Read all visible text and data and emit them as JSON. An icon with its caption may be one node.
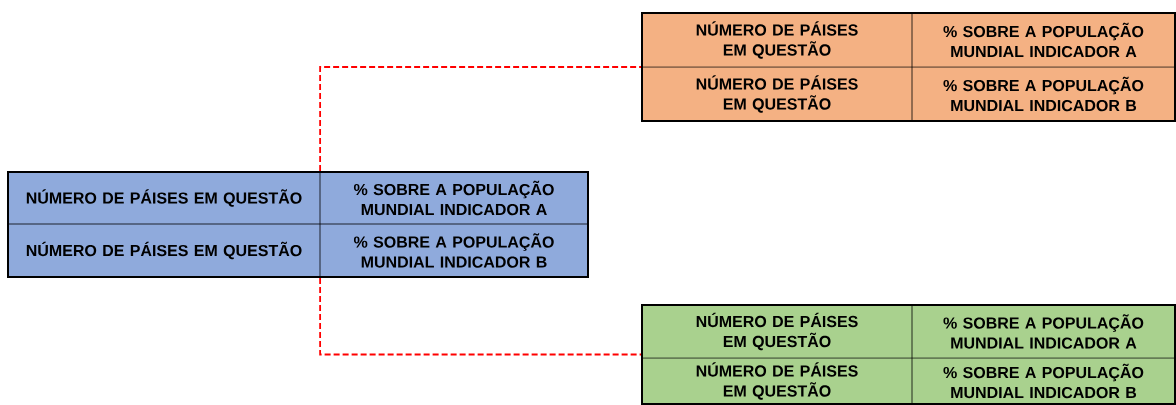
{
  "diagram": {
    "nodes": [
      {
        "text": [],
        "shape": "box"
      },
      {
        "text": [
          "NÚMERO DE PÁISES EM QUESTÃO"
        ],
        "in": 0
      },
      {
        "text": [
          "% SOBRE A POPULAÇÃO MUNDIAL INDICADOR A"
        ],
        "in": 0
      },
      {
        "text": [
          "NÚMERO DE PÁISES EM QUESTÃO"
        ],
        "in": 0
      },
      {
        "text": [
          "% SOBRE A POPULAÇÃO MUNDIAL INDICADOR B"
        ],
        "in": 0
      },
      {
        "text": [],
        "shape": "box"
      },
      {
        "text": [
          "NÚMERO DE PÁISES EM QUESTÃO"
        ],
        "in": 5
      },
      {
        "text": [
          "% SOBRE A POPULAÇÃO MUNDIAL INDICADOR A"
        ],
        "in": 5
      },
      {
        "text": [
          "NÚMERO DE PÁISES EM QUESTÃO"
        ],
        "in": 5
      },
      {
        "text": [
          "% SOBRE A POPULAÇÃO MUNDIAL INDICADOR B"
        ],
        "in": 5
      },
      {
        "text": [],
        "shape": "box"
      },
      {
        "text": [
          "NÚMERO DE PÁISES EM QUESTÃO"
        ],
        "in": 10
      },
      {
        "text": [
          "% SOBRE A POPULAÇÃO MUNDIAL INDICADOR A"
        ],
        "in": 10
      },
      {
        "text": [
          "NÚMERO DE PÁISES EM QUESTÃO"
        ],
        "in": 10
      },
      {
        "text": [
          "% SOBRE A POPULAÇÃO MUNDIAL INDICADOR B"
        ],
        "in": 10
      }
    ],
    "edges": [
      {
        "from": 5,
        "to": 0,
        "arrow": "none",
        "style": "dashed",
        "color": "#ff0000"
      },
      {
        "from": 5,
        "to": 10,
        "arrow": "none",
        "style": "dashed",
        "color": "#ff0000"
      }
    ]
  }
}
